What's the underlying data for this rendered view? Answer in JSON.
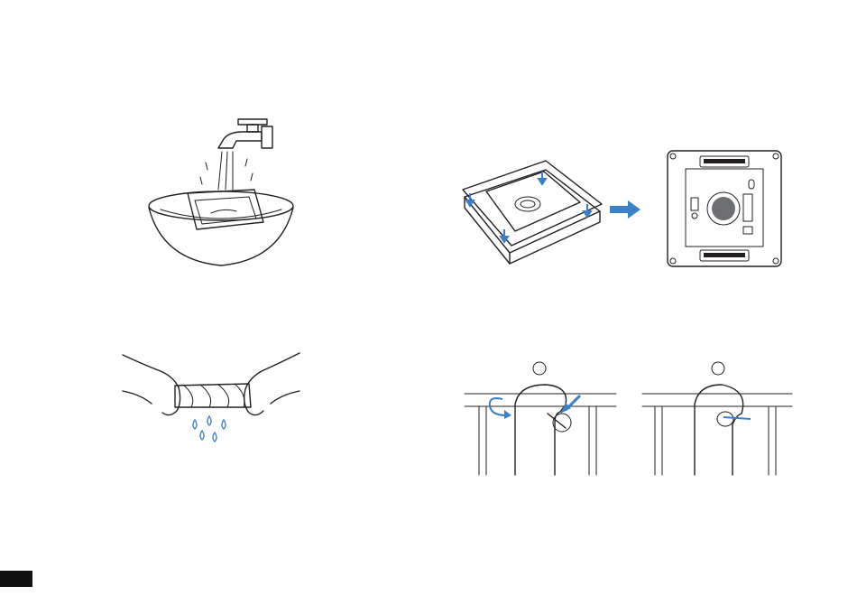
{
  "page": {
    "accent": "#3b7fc4",
    "ink": "#231f20",
    "pad_gray": "#a7a9ac",
    "dark_gray": "#58595b",
    "tab_color": "#111111"
  },
  "illustrations": [
    {
      "id": "faucet-bowl",
      "icon": "faucet-wash-icon"
    },
    {
      "id": "wring-pad",
      "icon": "wring-towel-icon"
    },
    {
      "id": "attach-pad",
      "icon": "robot-pad-attach-icon"
    },
    {
      "id": "robot-bottom",
      "icon": "robot-underside-icon"
    },
    {
      "id": "rope-step-1",
      "icon": "rope-loop-icon"
    },
    {
      "id": "rope-step-2",
      "icon": "rope-clip-icon"
    }
  ]
}
